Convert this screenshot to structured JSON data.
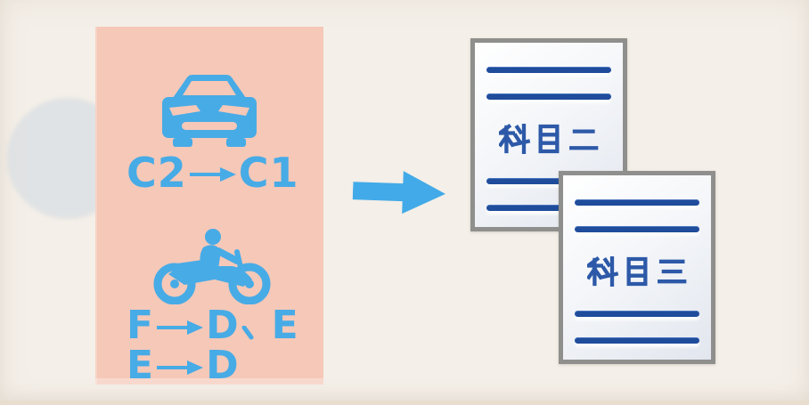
{
  "canvas": {
    "background_color": "#f4efe8",
    "decoration": "faint-circle"
  },
  "license_card": {
    "background_color": "#f5c8b8",
    "accent_color": "#47abe6",
    "car_icon": "car-front-icon",
    "motorcycle_icon": "motorcycle-rider-icon",
    "car_upgrade": {
      "from": "C2",
      "to": "C1",
      "full_text": "C2→C1"
    },
    "motorcycle_upgrade_1": {
      "from": "F",
      "to": "D",
      "separator": "、",
      "also": "E",
      "full_text": "F→D、E"
    },
    "motorcycle_upgrade_2": {
      "from": "E",
      "to": "D",
      "full_text": "E→D"
    }
  },
  "transition_arrow": {
    "icon": "right-arrow-icon",
    "color": "#42aae8"
  },
  "documents": [
    {
      "label": "科目二",
      "line_count": 4,
      "border_color": "#8f8f8d",
      "line_color": "#1f4c9b",
      "text_color": "#2d59a8"
    },
    {
      "label": "科目三",
      "line_count": 4,
      "border_color": "#8f8f8d",
      "line_color": "#1f4c9b",
      "text_color": "#2d59a8"
    }
  ]
}
